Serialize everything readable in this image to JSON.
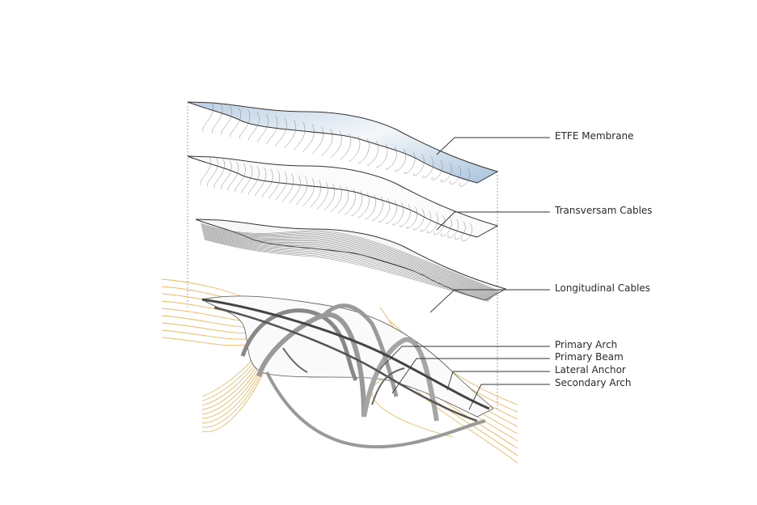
{
  "labels": {
    "etfe": "ETFE Membrane",
    "transversal": "Transversam Cables",
    "longitudinal": "Longitudinal Cables",
    "primary_arch": "Primary Arch",
    "primary_beam": "Primary Beam",
    "lateral_anchor": "Lateral Anchor",
    "secondary_arch": "Secondary Arch"
  },
  "colors": {
    "membrane": "#c9d9e8",
    "line": "#3a3a3a",
    "contour": "#f0b860",
    "arch": "#9a9a9a"
  }
}
